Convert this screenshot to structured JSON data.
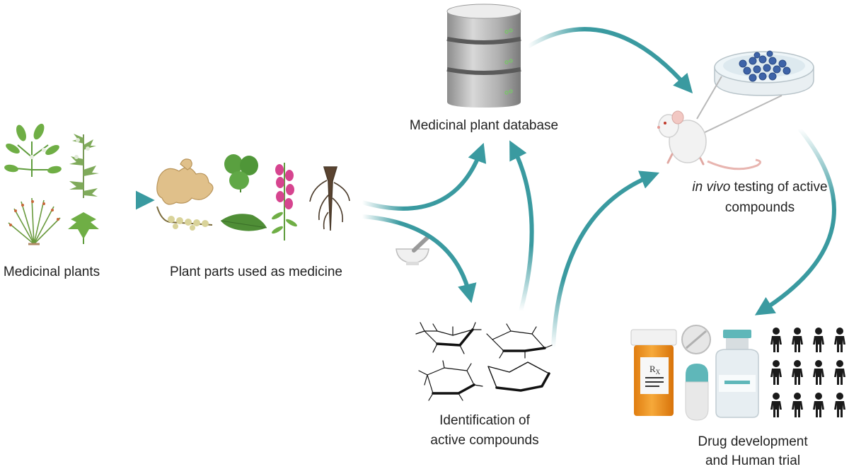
{
  "stages": {
    "medicinal_plants": {
      "label": "Medicinal plants"
    },
    "plant_parts": {
      "label": "Plant parts used as medicine"
    },
    "database": {
      "label": "Medicinal plant database"
    },
    "identification": {
      "line1": "Identification of",
      "line2": "active compounds"
    },
    "in_vivo": {
      "italic": "in vivo",
      "rest": " testing of active",
      "line2": "compounds"
    },
    "drug_dev": {
      "line1": "Drug development",
      "line2": "and Human trial"
    },
    "rx": {
      "text": "R",
      "sub": "X"
    }
  },
  "colors": {
    "arrow": "#3a9aa0",
    "plant_green": "#5f9c3c",
    "pill_orange": "#f39a1e",
    "capsule_teal": "#5fb7b9",
    "petri_blue": "#3e63a8",
    "people": "#1a1a1a"
  }
}
